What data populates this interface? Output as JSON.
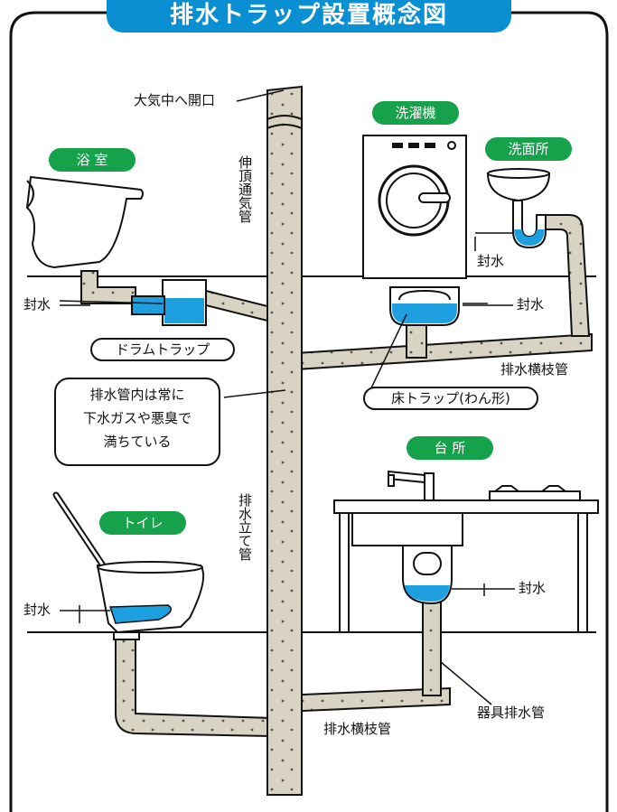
{
  "title": "排水トラップ設置概念図",
  "labels": {
    "bathroom": "浴 室",
    "washing_machine": "洗濯機",
    "washroom": "洗面所",
    "toilet": "トイレ",
    "kitchen": "台 所",
    "open_to_air": "大気中へ開口",
    "vent_pipe": "伸頂通気管",
    "drain_stack": "排水立て管",
    "seal_bath": "封水",
    "seal_washroom": "封水",
    "seal_floor": "封水",
    "seal_toilet": "封水",
    "seal_kitchen": "封水",
    "drum_trap": "ドラムトラップ",
    "floor_trap": "床トラップ(わん形)",
    "branch_upper": "排水横枝管",
    "branch_lower": "排水横枝管",
    "fixture_drain": "器具排水管",
    "note": "排水管内は常に\n下水ガスや悪臭で\n満ちている"
  },
  "colors": {
    "title_bg": "#0b8fd3",
    "pill_bg": "#16a24a",
    "pipe": "#d8d3c3",
    "water": "#1ea0e0"
  }
}
